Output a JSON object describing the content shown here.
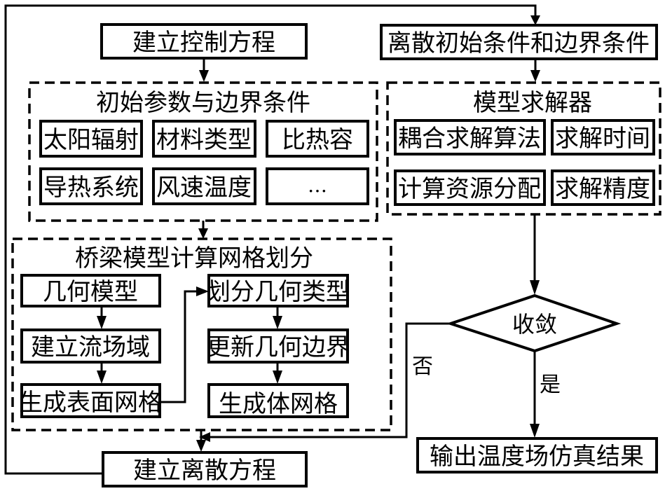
{
  "diagram": {
    "top_left_box": "建立控制方程",
    "top_right_box": "离散初始条件和边界条件",
    "params_group": {
      "title": "初始参数与边界条件",
      "items": [
        "太阳辐射",
        "材料类型",
        "比热容",
        "导热系统",
        "风速温度",
        "…"
      ]
    },
    "solver_group": {
      "title": "模型求解器",
      "items": [
        "耦合求解算法",
        "求解时间",
        "计算资源分配",
        "求解精度"
      ]
    },
    "mesh_group": {
      "title": "桥梁模型计算网格划分",
      "left_steps": [
        "几何模型",
        "建立流场域",
        "生成表面网格"
      ],
      "right_steps": [
        "划分几何类型",
        "更新几何边界",
        "生成体网格"
      ]
    },
    "decision": {
      "label": "收敛",
      "no_label": "否",
      "yes_label": "是"
    },
    "output_box": "输出温度场仿真结果",
    "bottom_box": "建立离散方程"
  }
}
